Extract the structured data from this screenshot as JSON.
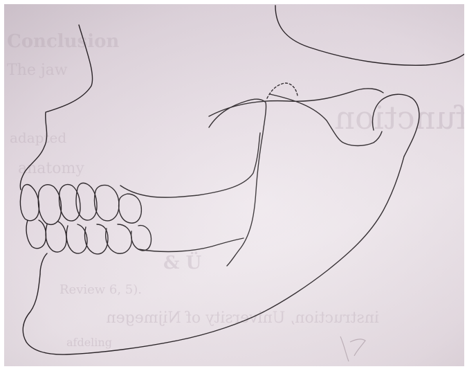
{
  "figure": {
    "subject": "mandible-lateral-line-drawing",
    "colors": {
      "paper": "#e8dfe6",
      "ink": "#1a1518",
      "bleed_through": "#c9bcc6"
    }
  },
  "bleed_through": {
    "conclusion_heading": "Conclusion",
    "line_1": "The jaw",
    "line_2": "function",
    "line_3": "adapted",
    "line_4": "anatomy",
    "author_line": "& Ü",
    "ref_line": "Review 6, 5).",
    "affiliation": "instruction, University of Nijmegen",
    "small_line": "afdeling"
  }
}
